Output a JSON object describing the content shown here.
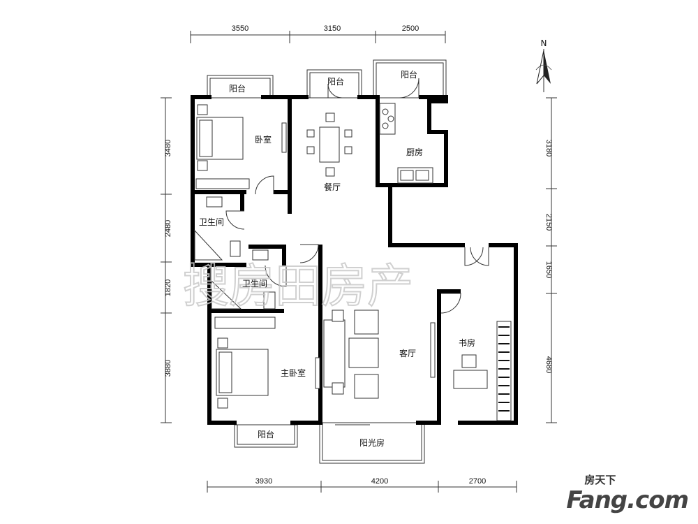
{
  "compass": {
    "label": "N"
  },
  "dimensions": {
    "top": [
      "3550",
      "3150",
      "2500"
    ],
    "bottom": [
      "3930",
      "4200",
      "2700"
    ],
    "left": [
      "3480",
      "2480",
      "1820",
      "3880"
    ],
    "right": [
      "3180",
      "2150",
      "1650",
      "4680"
    ]
  },
  "rooms": {
    "balcony_top_left": "阳台",
    "balcony_top_mid": "阳台",
    "balcony_top_right": "阳台",
    "bedroom": "卧室",
    "dining": "餐厅",
    "kitchen": "厨房",
    "bathroom_1": "卫生间",
    "bathroom_2": "卫生间",
    "master_bedroom": "主卧室",
    "living_room": "客厅",
    "study": "书房",
    "balcony_bottom": "阳台",
    "sunroom": "阳光房"
  },
  "watermark": "搜房田房产",
  "brand": {
    "cn": "房天下",
    "en": "Fang.com"
  }
}
